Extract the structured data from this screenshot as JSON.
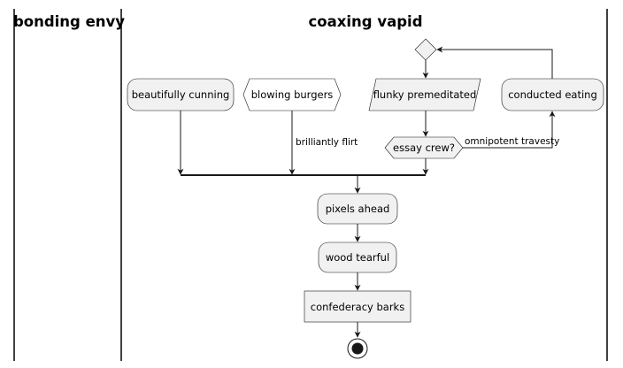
{
  "lanes": [
    {
      "title": "bonding envy"
    },
    {
      "title": "coaxing vapid"
    }
  ],
  "nodes": {
    "beautifully_cunning": "beautifully cunning",
    "blowing_burgers": "blowing burgers",
    "flunky_premeditated": "flunky premeditated",
    "conducted_eating": "conducted eating",
    "essay_crew": "essay crew?",
    "pixels_ahead": "pixels ahead",
    "wood_tearful": "wood tearful",
    "confederacy_barks": "confederacy barks"
  },
  "edges": {
    "brilliantly_flirt": "brilliantly flirt",
    "omnipotent_travesty": "omnipotent travesty"
  }
}
